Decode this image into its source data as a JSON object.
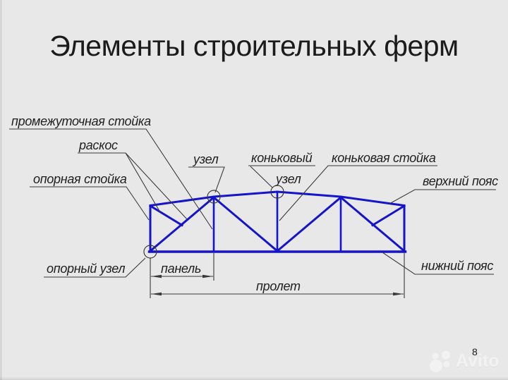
{
  "page": {
    "title": "Элементы строительных ферм",
    "page_number": "8"
  },
  "watermark": {
    "brand": "Avito"
  },
  "colors": {
    "background": "#e8e8e8",
    "truss_blue": "#1414cc",
    "annotation_gray": "#3a3a3a",
    "text_black": "#1f1f1f"
  },
  "diagram": {
    "type": "labeled-truss-diagram",
    "labels": {
      "intermediate_post": "промежуточная стойка",
      "diagonal_brace": "раскос",
      "support_post": "опорная стойка",
      "node": "узел",
      "ridge_node_line1": "коньковый",
      "ridge_node_line2": "узел",
      "ridge_post": "коньковая стойка",
      "top_chord": "верхний пояс",
      "bottom_chord": "нижний пояс",
      "support_node": "опорный узел",
      "panel_dimension": "панель",
      "span_dimension": "пролет"
    }
  }
}
